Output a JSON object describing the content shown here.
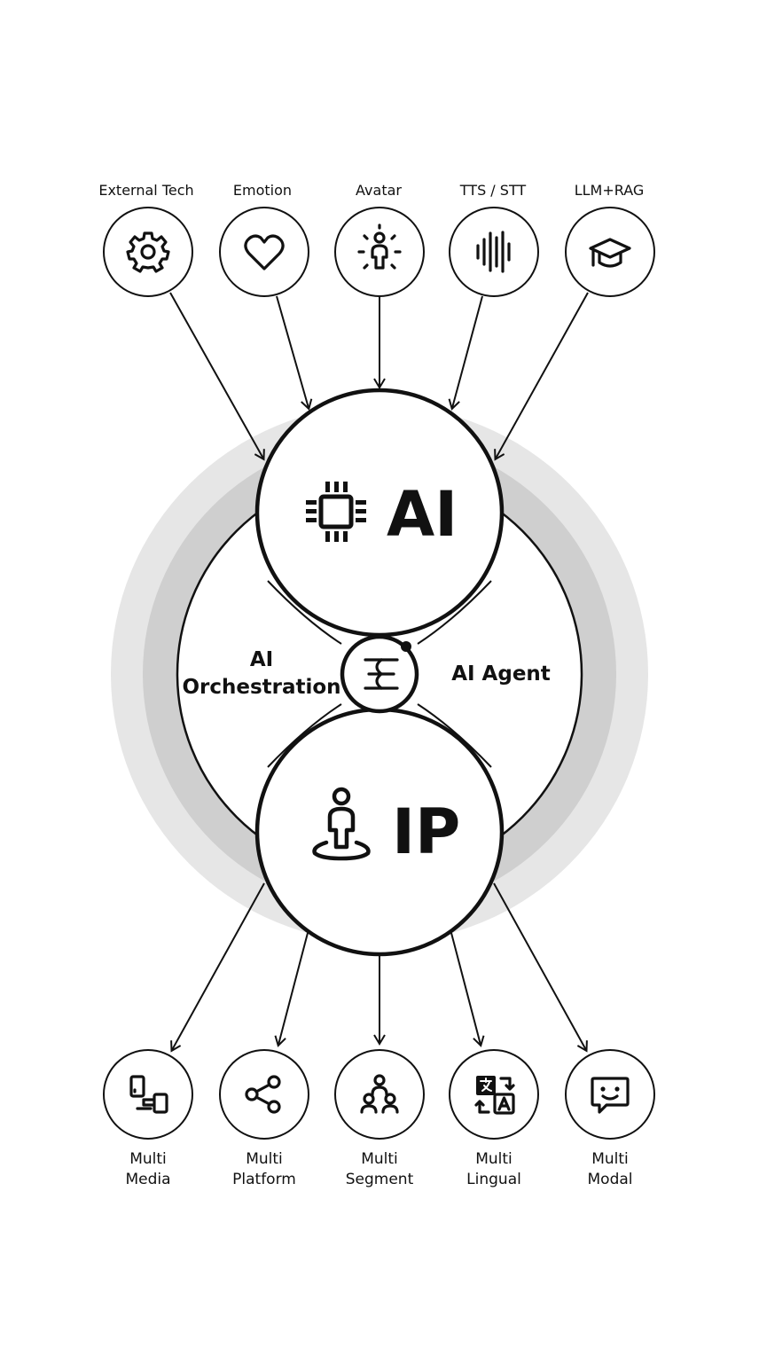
{
  "center": {
    "ai_label": "AI",
    "ip_label": "IP",
    "left_label_line1": "AI",
    "left_label_line2": "Orchestration",
    "right_label": "AI Agent",
    "ring_outer_color": "#e6e6e6",
    "ring_inner_color": "#cfcfcf",
    "ai_icon": "chip-icon",
    "ip_icon": "person-on-platform-icon",
    "hub_icon": "e-logo-icon"
  },
  "inputs": [
    {
      "label": "External Tech",
      "icon": "gear-icon"
    },
    {
      "label": "Emotion",
      "icon": "heart-icon"
    },
    {
      "label": "Avatar",
      "icon": "avatar-icon"
    },
    {
      "label": "TTS / STT",
      "icon": "sound-wave-icon"
    },
    {
      "label": "LLM+RAG",
      "icon": "graduation-cap-icon"
    }
  ],
  "outputs": [
    {
      "line1": "Multi",
      "line2": "Media",
      "icon": "multi-device-icon"
    },
    {
      "line1": "Multi",
      "line2": "Platform",
      "icon": "share-icon"
    },
    {
      "line1": "Multi",
      "line2": "Segment",
      "icon": "people-group-icon"
    },
    {
      "line1": "Multi",
      "line2": "Lingual",
      "icon": "translate-icon"
    },
    {
      "line1": "Multi",
      "line2": "Modal",
      "icon": "chat-bubble-icon"
    }
  ]
}
